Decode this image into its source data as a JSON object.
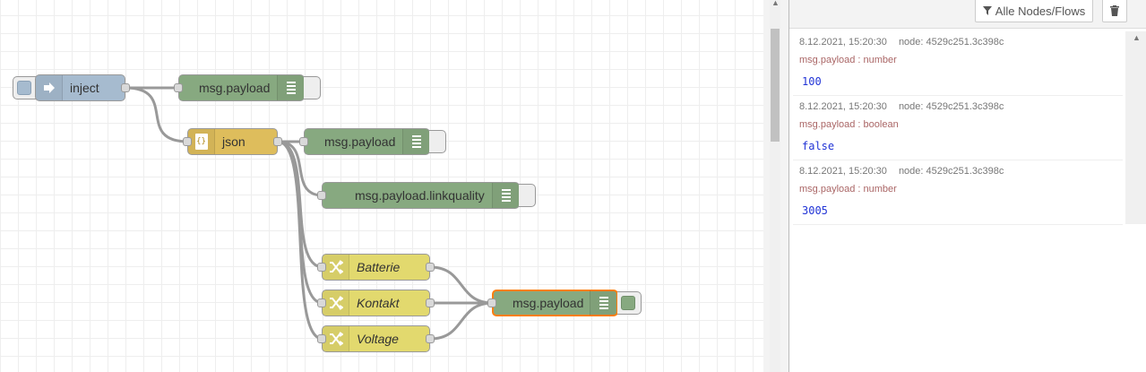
{
  "workspace": {
    "nodes": {
      "inject": {
        "label": "inject",
        "color": "#a6bbcf"
      },
      "debug1": {
        "label": "msg.payload",
        "color": "#87a980"
      },
      "json": {
        "label": "json",
        "icon_text": "{}",
        "color": "#debd5c"
      },
      "debug2": {
        "label": "msg.payload",
        "color": "#87a980"
      },
      "debug3": {
        "label": "msg.payload.linkquality",
        "color": "#87a980"
      },
      "change1": {
        "label": "Batterie",
        "color": "#e2d96e"
      },
      "change2": {
        "label": "Kontakt",
        "color": "#e2d96e"
      },
      "change3": {
        "label": "Voltage",
        "color": "#e2d96e"
      },
      "debug4": {
        "label": "msg.payload",
        "color": "#87a980",
        "selected_color": "#ff7f0e"
      }
    }
  },
  "sidebar": {
    "filter_label": "Alle Nodes/Flows",
    "messages": [
      {
        "time": "8.12.2021, 15:20:30",
        "node": "node: 4529c251.3c398c",
        "topic": "msg.payload : number",
        "value": "100"
      },
      {
        "time": "8.12.2021, 15:20:30",
        "node": "node: 4529c251.3c398c",
        "topic": "msg.payload : boolean",
        "value": "false"
      },
      {
        "time": "8.12.2021, 15:20:30",
        "node": "node: 4529c251.3c398c",
        "topic": "msg.payload : number",
        "value": "3005"
      }
    ]
  }
}
